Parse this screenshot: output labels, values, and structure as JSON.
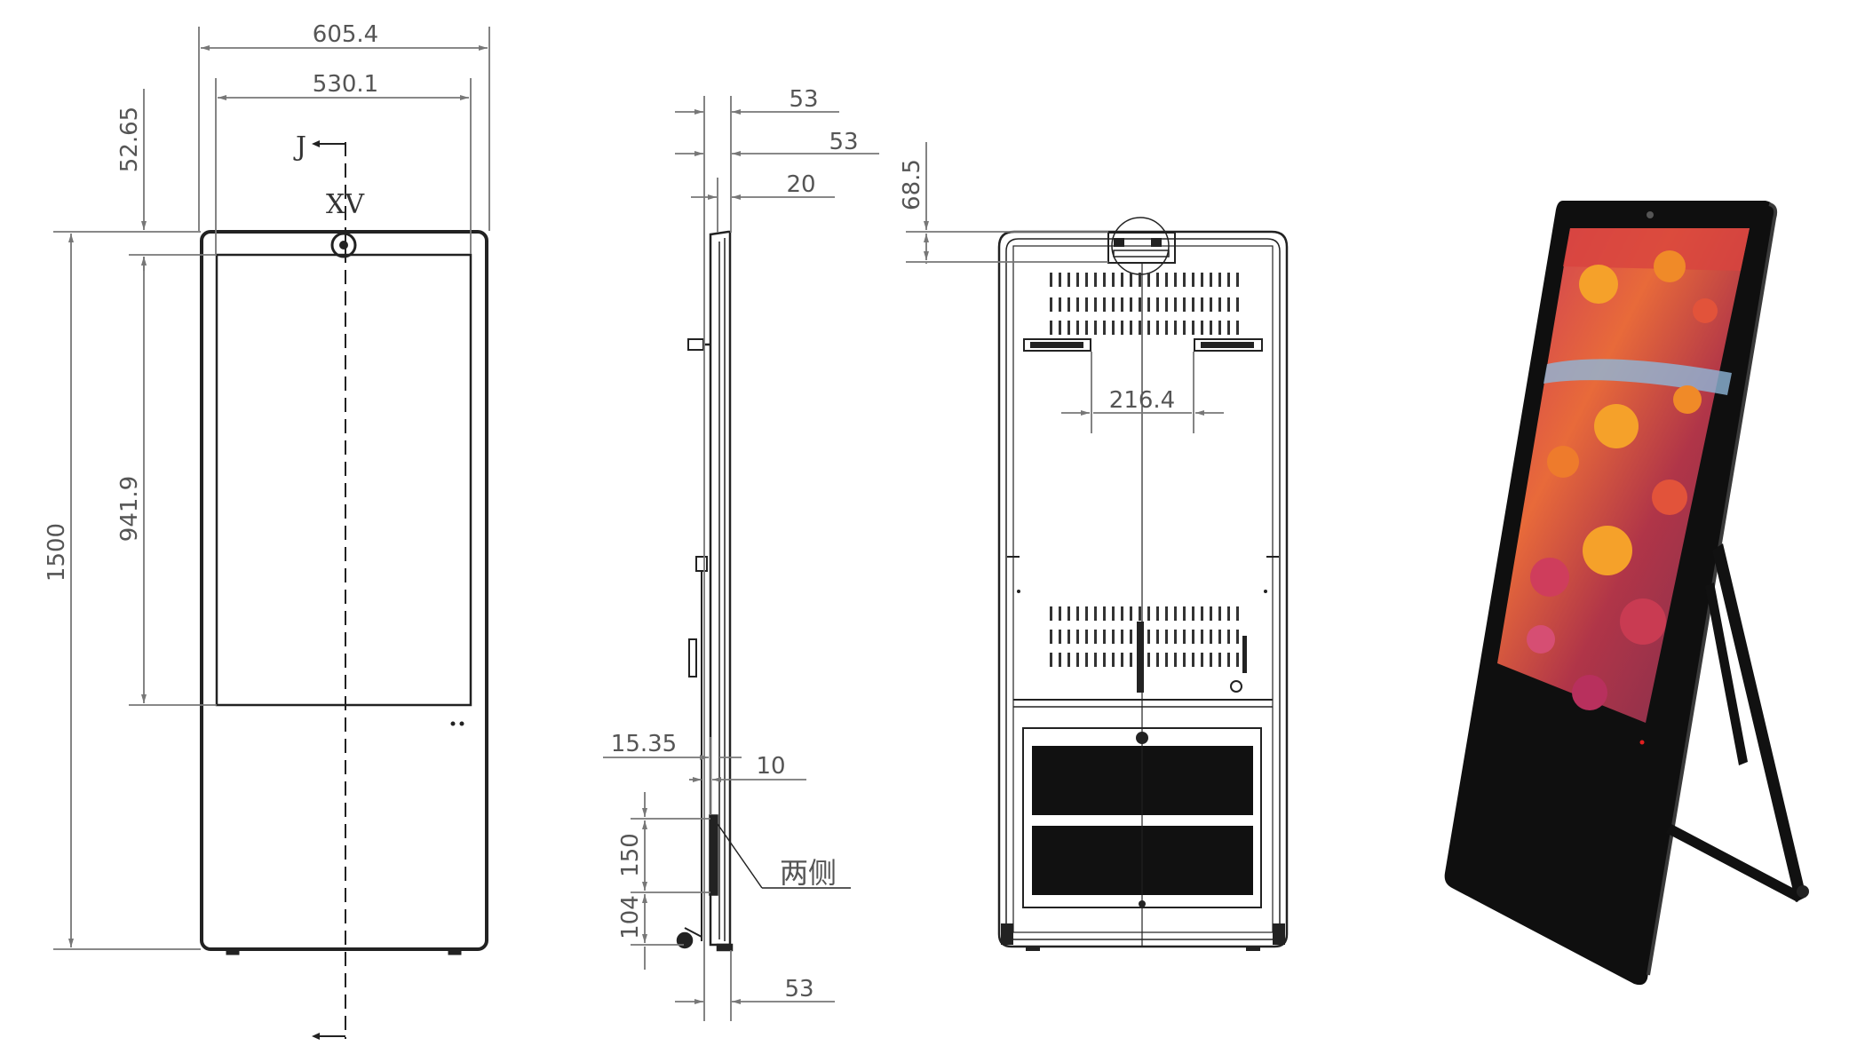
{
  "front_view": {
    "overall_width": "605.4",
    "screen_width": "530.1",
    "top_margin": "52.65",
    "screen_height": "941.9",
    "overall_height": "1500",
    "section_letter": "J",
    "detail_mark": "XV"
  },
  "side_view": {
    "top_depth_1": "53",
    "top_depth_2": "53",
    "panel_thickness": "20",
    "bracket_offset": "15.35",
    "bracket_thickness": "10",
    "handle_length": "150",
    "handle_bottom_offset": "104",
    "both_sides_note": "两侧",
    "bottom_depth": "53"
  },
  "rear_view": {
    "top_offset": "68.5",
    "bracket_spacing": "216.4"
  },
  "colors": {
    "line": "#222222",
    "dimension": "#777777",
    "device_body": "#111111",
    "screen_warm": "#e2533a",
    "screen_flower": "#f5a12a"
  }
}
